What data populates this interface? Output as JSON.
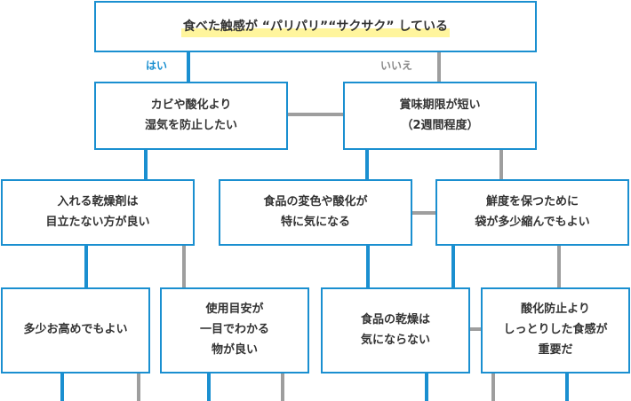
{
  "colors": {
    "yes_line": "#1a8fd0",
    "no_line": "#9e9e9e",
    "highlight": "#fff59d"
  },
  "root": {
    "text": "食べた触感が “パリパリ”“サクサク” している"
  },
  "branch_labels": {
    "yes": "はい",
    "no": "いいえ"
  },
  "nodes": {
    "humidity": "カビや酸化より\n湿気を防止したい",
    "short_term": "賞味期限が短い\n（2週間程度）",
    "desiccant_visible": "入れる乾燥剤は\n目立たない方が良い",
    "discoloration": "食品の変色や酸化が\n特に気になる",
    "freshness": "鮮度を保つために\n袋が多少縮んでもよい",
    "expensive_ok": "多少お高めでもよい",
    "indicator": "使用目安が\n一目でわかる\n物が良い",
    "dryness_ok": "食品の乾燥は\n気にならない",
    "moist": "酸化防止より\nしっとりした食感が\n重要だ"
  }
}
